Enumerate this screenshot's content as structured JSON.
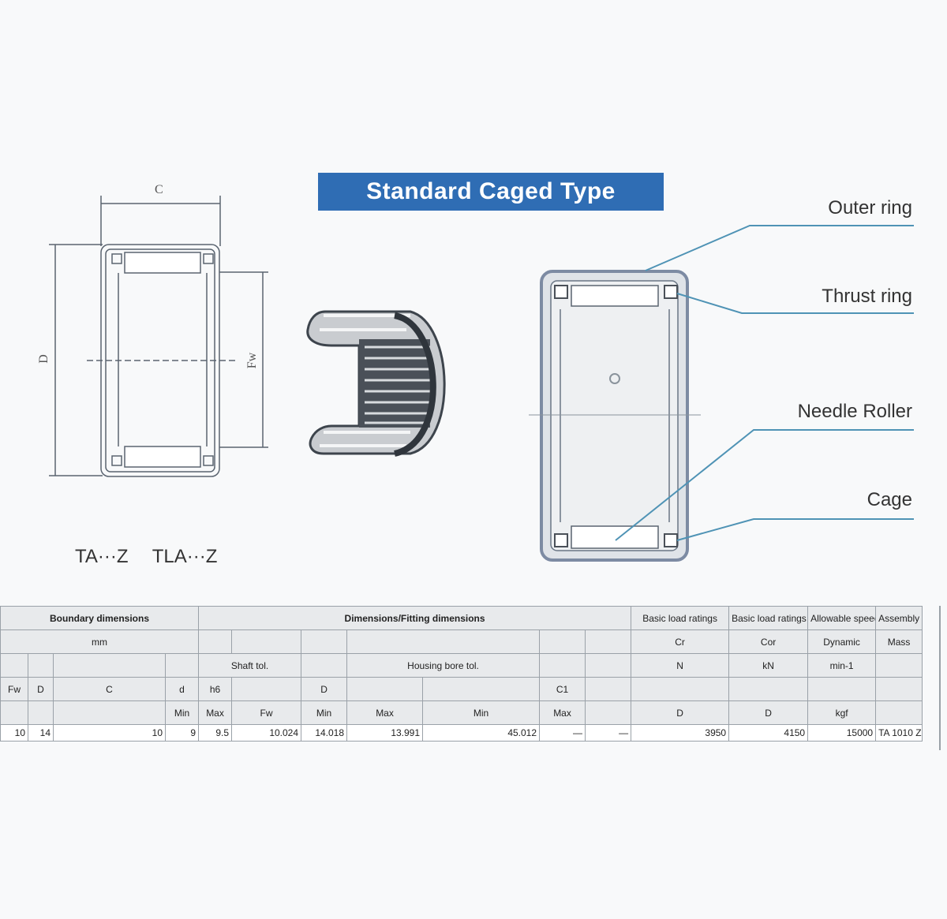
{
  "title": "Standard Caged Type",
  "dimensions": {
    "c": "C",
    "d": "D",
    "fw": "Fw"
  },
  "parts": {
    "outer_ring": "Outer ring",
    "thrust_ring": "Thrust ring",
    "needle_roller": "Needle Roller",
    "cage": "Cage"
  },
  "models": {
    "ta": "TA···Z",
    "tla": "TLA···Z"
  },
  "table": {
    "boundary_dimensions": "Boundary dimensions",
    "mounting_dimensions": "Dimensions/Fitting dimensions",
    "mm": "mm",
    "col_h1": "Basic load ratings",
    "col_h2": "Basic load ratings",
    "col_h3": "Allowable speed",
    "col_h4": "Assembly",
    "row2": [
      "",
      "",
      "",
      "",
      "",
      "",
      "",
      "",
      "",
      "",
      "",
      "Cr",
      "Cor",
      "Dynamic",
      "Mass"
    ],
    "row3": [
      "",
      "",
      "",
      "",
      "Shaft tol.",
      "",
      "",
      "Housing bore tol.",
      "",
      "",
      "",
      "N",
      "kN",
      "min-1",
      ""
    ],
    "row4": [
      "Fw",
      "D",
      "C",
      "d",
      "h6",
      "",
      "D",
      "",
      "",
      "C1",
      "",
      "",
      "",
      "",
      ""
    ],
    "row5": [
      "",
      "",
      "",
      "Min",
      "Max",
      "Fw",
      "Min",
      "Max",
      "Min",
      "Max",
      "",
      "D",
      "D",
      "kgf",
      ""
    ],
    "data_row": [
      "10",
      "14",
      "10",
      "9",
      "9.5",
      "10.024",
      "14.018",
      "13.991",
      "45.012",
      "—",
      "—",
      "3950",
      "4150",
      "15000",
      "TA 1010 Z"
    ]
  }
}
